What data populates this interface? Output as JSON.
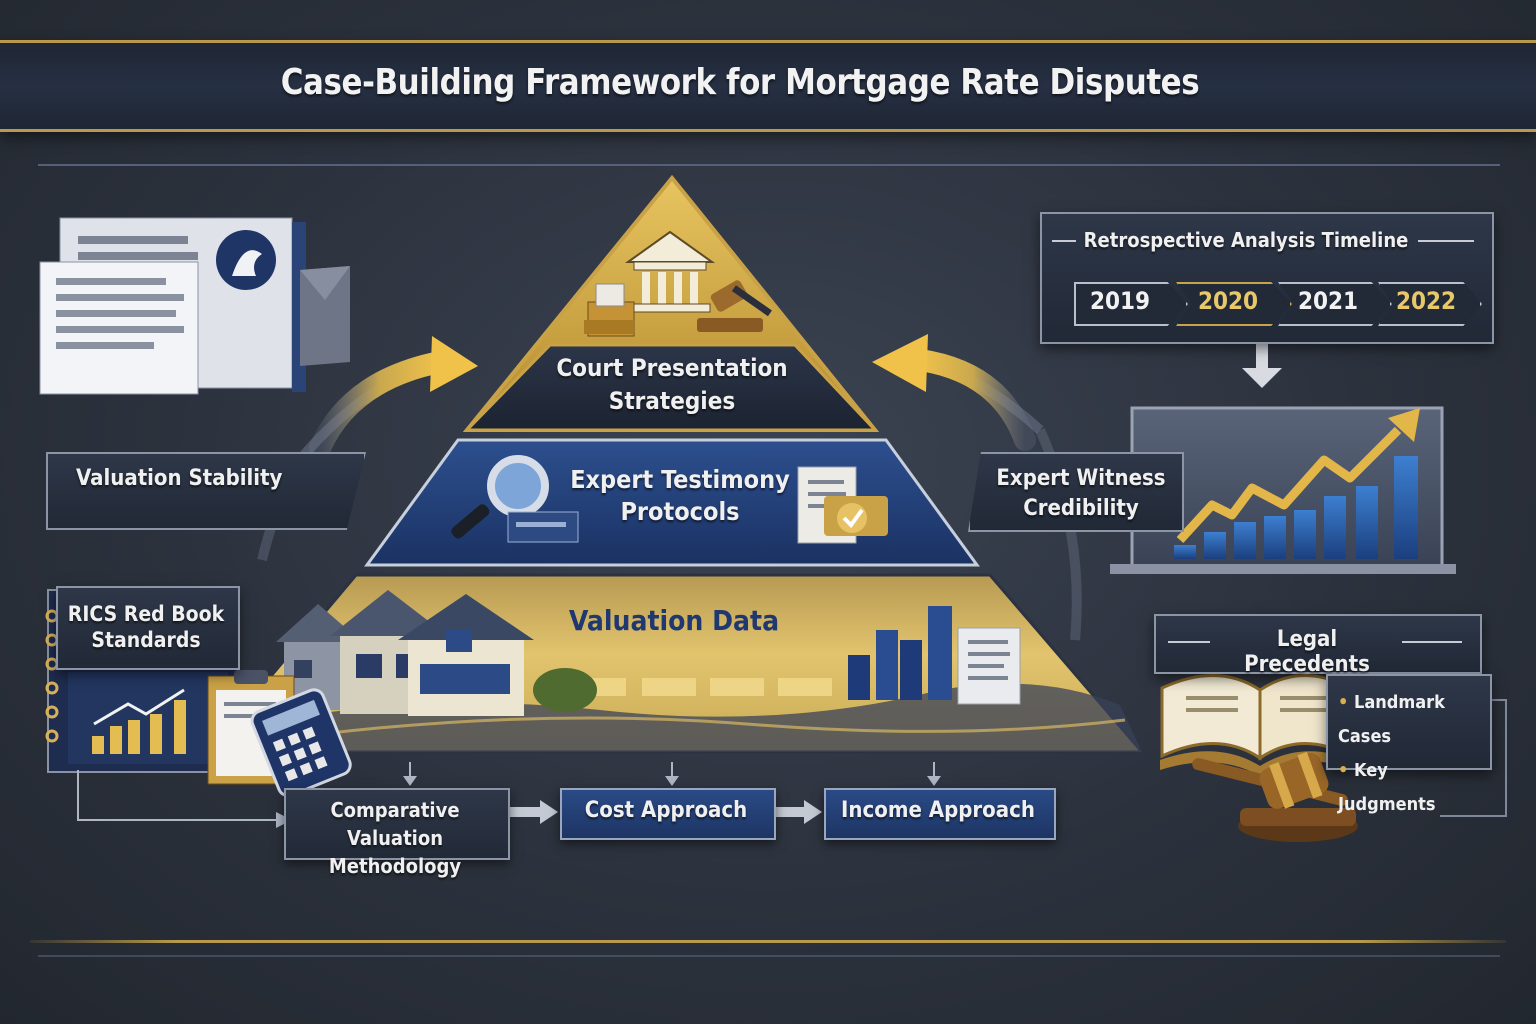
{
  "title": "Case-Building Framework for Mortgage Rate Disputes",
  "pyramid": {
    "top": {
      "label_line1": "Court Presentation",
      "label_line2": "Strategies"
    },
    "middle": {
      "label_line1": "Expert Testimony",
      "label_line2": "Protocols"
    },
    "base": {
      "label": "Valuation Data"
    }
  },
  "left": {
    "valuation_stability": "Valuation Stability",
    "rics_line1": "RICS Red Book",
    "rics_line2": "Standards"
  },
  "right": {
    "expert_witness_line1": "Expert Witness",
    "expert_witness_line2": "Credibility",
    "timeline": {
      "title": "Retrospective Analysis Timeline",
      "years": [
        "2019",
        "2020",
        "2021",
        "2022"
      ]
    },
    "legal": {
      "title": "Legal Precedents",
      "items": [
        "Landmark Cases",
        "Key Judgments"
      ]
    }
  },
  "methods": {
    "comparative_line1": "Comparative Valuation",
    "comparative_line2": "Methodology",
    "cost": "Cost Approach",
    "income": "Income Approach"
  },
  "colors": {
    "gold": "#d8b04a",
    "navy": "#1f3a6e",
    "dark": "#262d3a",
    "year_gold": "#e9c86a"
  }
}
